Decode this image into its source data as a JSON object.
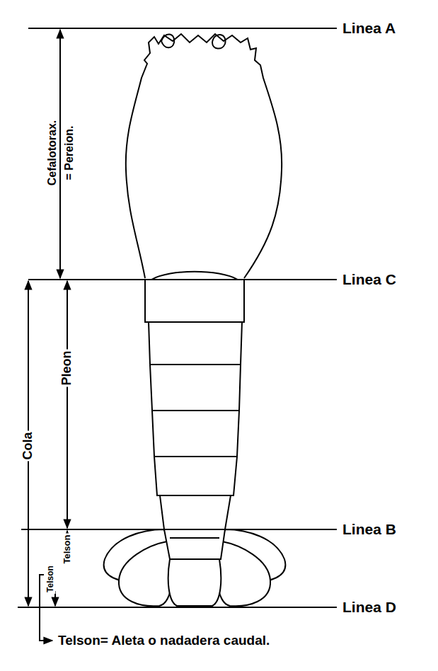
{
  "diagram": {
    "labels": [
      "Linea A",
      "Cefalotorax.",
      "= Pereion.",
      "Linea C",
      "Cola",
      "Pleon",
      "Linea B",
      "Telson",
      "Telson",
      "Linea D",
      "Telson= Aleta o nadadera caudal."
    ]
  }
}
